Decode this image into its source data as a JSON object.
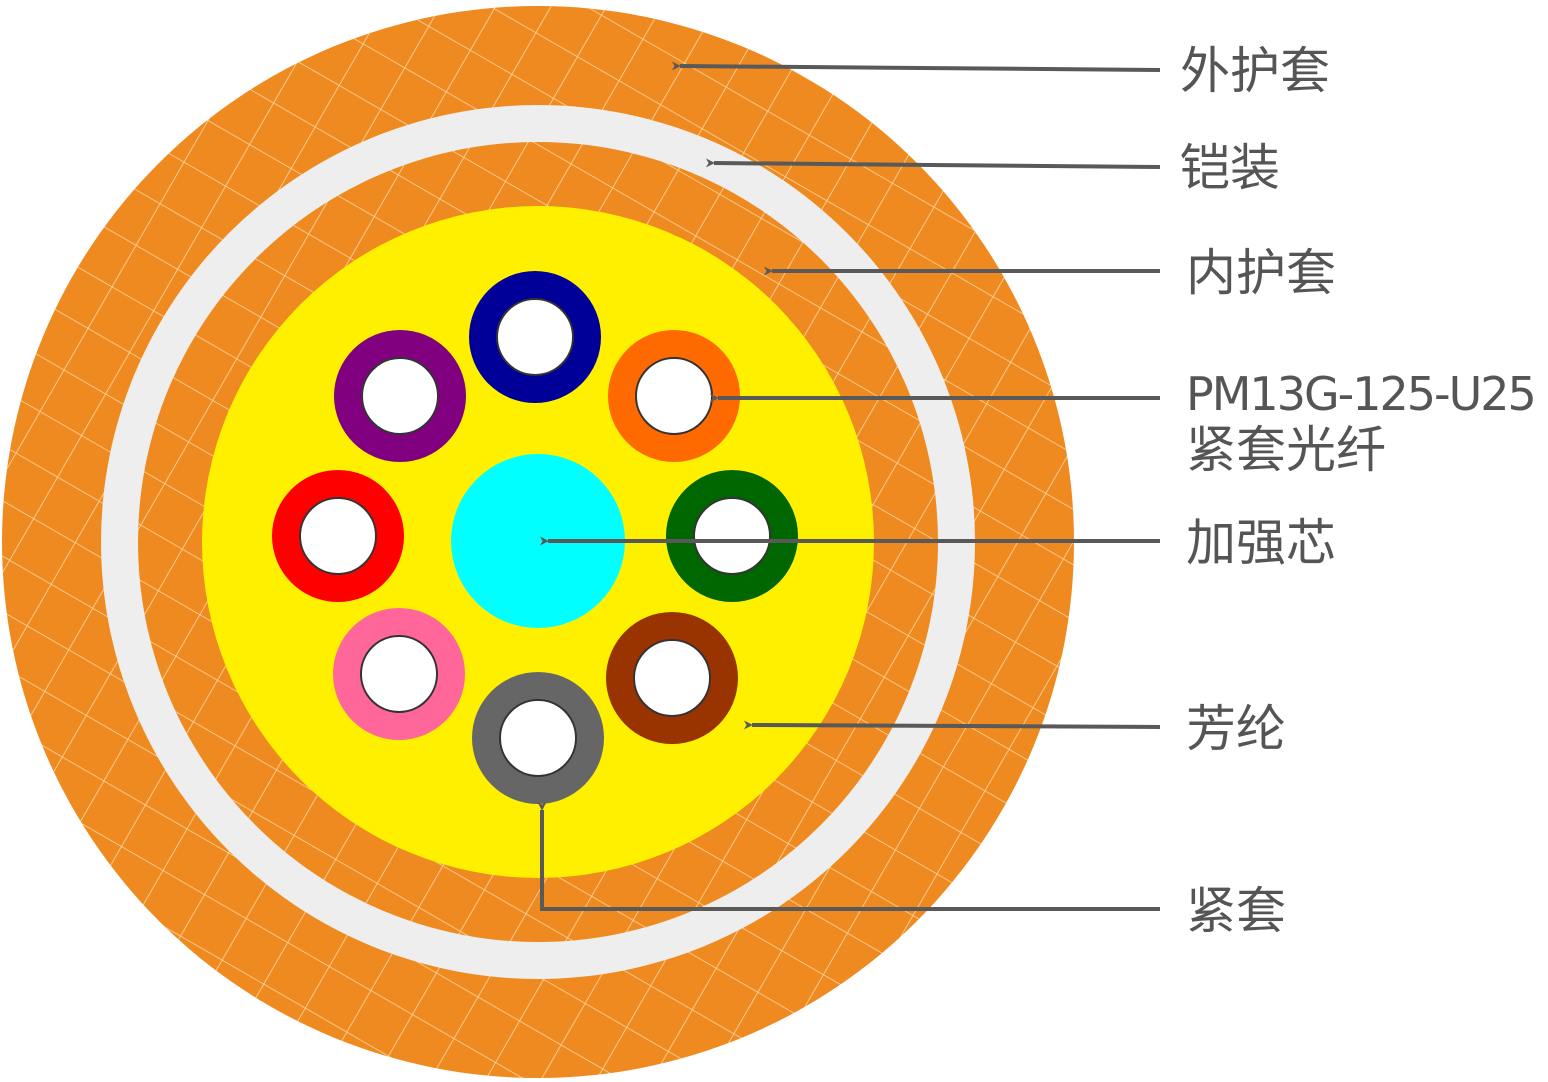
{
  "labels": {
    "outer_sheath": "外护套",
    "armor": "铠装",
    "inner_sheath": "内护套",
    "fiber_model": "PM13G-125-U25",
    "fiber_type": "紧套光纤",
    "strength_member": "加强芯",
    "aramid": "芳纶",
    "tight_buffer": "紧套"
  },
  "colors": {
    "sheath_orange": "#EE8A20",
    "sheath_mesh": "#FAD9A8",
    "armor_gray": "#EEEEEE",
    "aramid_yellow": "#FFF000",
    "strength_cyan": "#00FFFF",
    "fiber_core": "#FFFFFF",
    "leader_line": "#595959"
  },
  "fibers": [
    {
      "color_name": "blue",
      "color": "#000099"
    },
    {
      "color_name": "orange",
      "color": "#FF6A00"
    },
    {
      "color_name": "green",
      "color": "#006600"
    },
    {
      "color_name": "brown",
      "color": "#993300"
    },
    {
      "color_name": "gray",
      "color": "#666666"
    },
    {
      "color_name": "pink",
      "color": "#FF6699"
    },
    {
      "color_name": "red",
      "color": "#FF0000"
    },
    {
      "color_name": "purple",
      "color": "#800080"
    }
  ]
}
